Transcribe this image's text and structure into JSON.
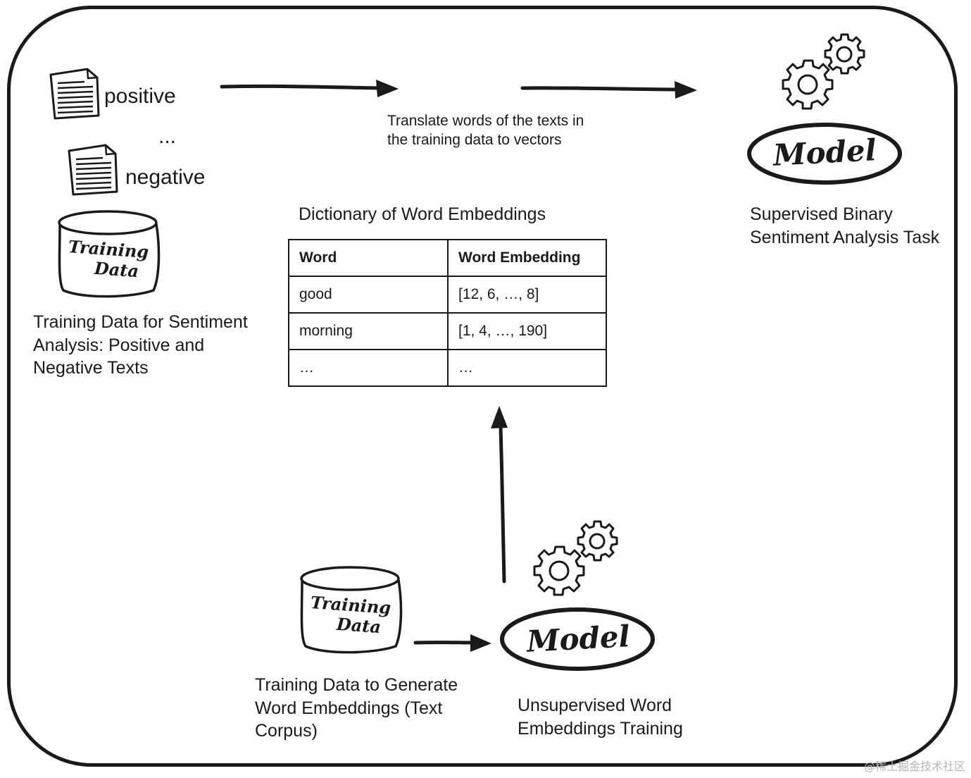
{
  "sentiment_data": {
    "doc_positive_label": "positive",
    "ellipsis": "...",
    "doc_negative_label": "negative",
    "cylinder_line1": "Training",
    "cylinder_line2": "Data",
    "caption": "Training Data for Sentiment\nAnalysis: Positive and\nNegative Texts"
  },
  "translate_caption": "Translate words of the texts in\nthe training data to vectors",
  "supervised": {
    "model_label": "Model",
    "caption": "Supervised Binary\nSentiment Analysis Task"
  },
  "dictionary": {
    "title": "Dictionary of Word Embeddings",
    "headers": [
      "Word",
      "Word Embedding"
    ],
    "rows": [
      [
        "good",
        "[12, 6, …, 8]"
      ],
      [
        "morning",
        "[1, 4, …, 190]"
      ],
      [
        "…",
        "…"
      ]
    ]
  },
  "corpus": {
    "cylinder_line1": "Training",
    "cylinder_line2": "Data",
    "caption": "Training Data to Generate\nWord Embeddings (Text\nCorpus)"
  },
  "unsupervised": {
    "model_label": "Model",
    "caption": "Unsupervised Word\nEmbeddings Training"
  },
  "watermark": "@稀土掘金技术社区",
  "icons": {
    "document": "document-icon",
    "database": "database-cylinder-icon",
    "gears": "gears-icon",
    "arrow": "arrow-right-icon"
  }
}
